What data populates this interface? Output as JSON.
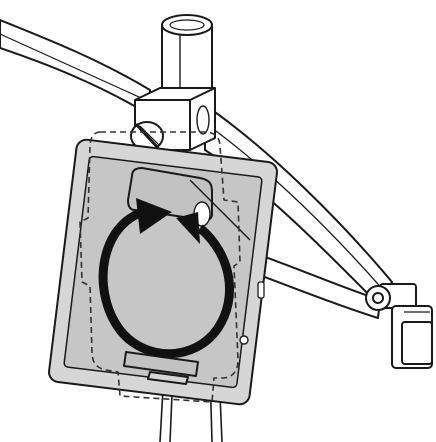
{
  "colors": {
    "outline": "#1a1a1a",
    "metal": "#ffffff",
    "tablet_body": "#d6d6d6",
    "tablet_screen": "#c6c6c6",
    "holder": "#c2c2c2",
    "arrow": "#111111",
    "dashed": "#333333"
  },
  "icons": [
    "vertical-pole",
    "curved-arm",
    "clamp-knob",
    "tablet-holder",
    "rotate-arrow-icon",
    "swivel-joint"
  ]
}
